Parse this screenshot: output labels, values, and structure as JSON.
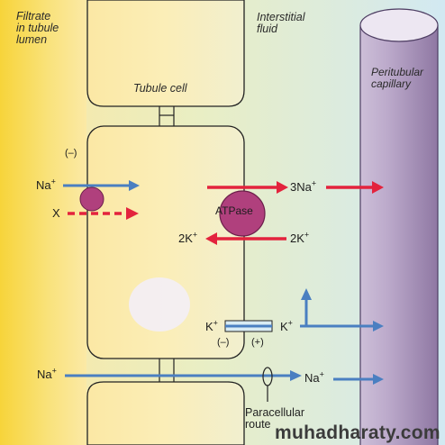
{
  "labels": {
    "filtrate": [
      "Filtrate",
      "in tubule",
      "lumen"
    ],
    "interstitial": [
      "Interstitial",
      "fluid"
    ],
    "capillary": [
      "Peritubular",
      "capillary"
    ],
    "tubule_cell": "Tubule cell",
    "atpase": "ATPase",
    "paracellular": [
      "Paracellular",
      "route"
    ]
  },
  "ions": {
    "na_apical": "Na",
    "x": "X",
    "three_na": "3Na",
    "two_k_left": "2K",
    "two_k_right": "2K",
    "k_channel": "K",
    "k_out": "K",
    "na_para_left": "Na",
    "na_para_right": "Na",
    "plus": "+"
  },
  "signs": {
    "minus_top": "(–)",
    "minus_k": "(–)",
    "plus_k": "(+)"
  },
  "watermark": "muhadharaty.com",
  "colors": {
    "lumen_yellow": "#f7d63c",
    "interstitial_blue": "#d9ecf3",
    "capillary_purple": "#b9a6c6",
    "arrow_blue": "#4a7fc1",
    "arrow_red": "#e3233d",
    "atpase_magenta": "#b0407d"
  }
}
